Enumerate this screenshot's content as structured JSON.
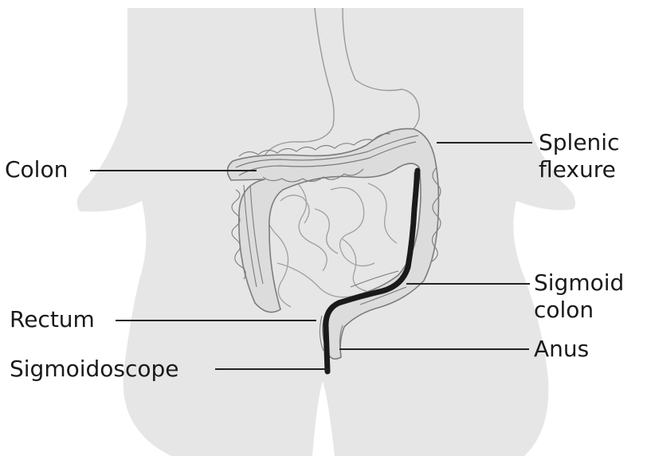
{
  "labels": {
    "colon": "Colon",
    "splenic_flexure": [
      "Splenic",
      "flexure"
    ],
    "sigmoid_colon": [
      "Sigmoid",
      "colon"
    ],
    "rectum": "Rectum",
    "anus": "Anus",
    "sigmoidoscope": "Sigmoidoscope"
  },
  "colors": {
    "body": "#e6e6e6",
    "organ_fill": "#dcdcdc",
    "organ_outline": "#7c7c7c",
    "scope": "#1a1a1a",
    "leader": "#222222",
    "text": "#1a1a1a"
  }
}
